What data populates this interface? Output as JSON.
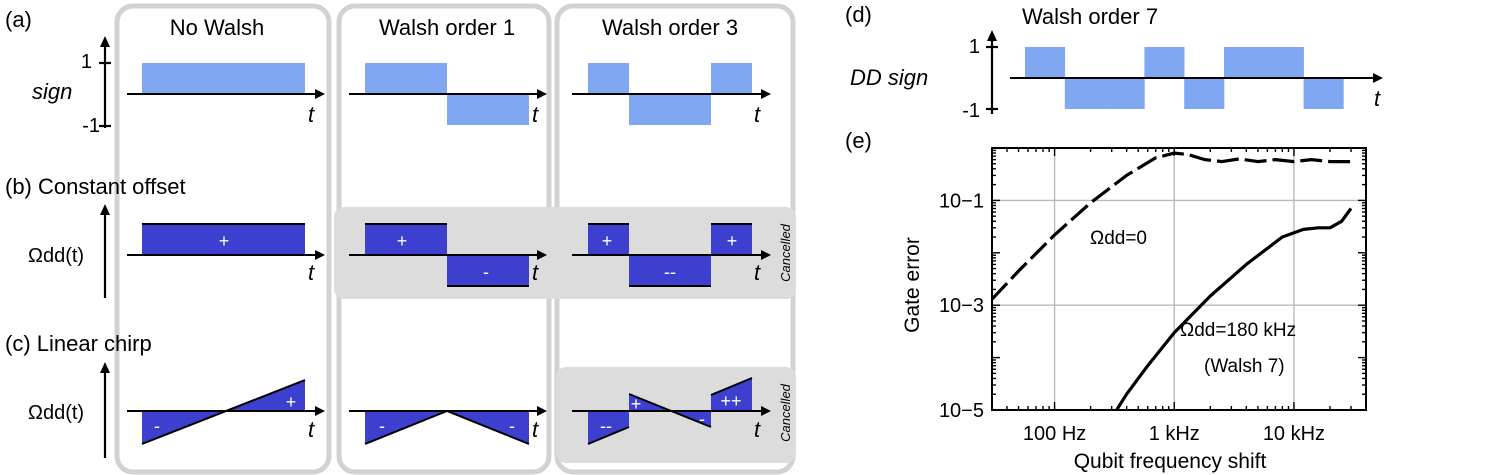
{
  "panels": {
    "a": "(a)",
    "b": "(b) Constant offset",
    "c": "(c) Linear chirp",
    "d": "(d)",
    "e": "(e)"
  },
  "columns": {
    "col1": "No Walsh",
    "col2": "Walsh order 1",
    "col3": "Walsh order 3",
    "col4": "Walsh order 7"
  },
  "axes": {
    "sign": "sign",
    "dd_sign": "DD sign",
    "tick_one": "1",
    "tick_minus_one": "-1",
    "t": "t",
    "omega_row_b": "Ωdd(t)",
    "omega_row_c": "Ωdd(t)"
  },
  "cancelled": "Cancelled",
  "pulse_signs": {
    "plus": "+",
    "minus": "-",
    "double_minus": "--",
    "double_plus": "++"
  },
  "walsh_sequences": {
    "order0": [
      1,
      1,
      1,
      1,
      1,
      1,
      1,
      1
    ],
    "order1": [
      1,
      1,
      1,
      1,
      -1,
      -1,
      -1,
      -1
    ],
    "order3": [
      1,
      1,
      -1,
      -1,
      -1,
      -1,
      1,
      1
    ],
    "order7": [
      1,
      -1,
      -1,
      1,
      -1,
      1,
      1,
      -1
    ]
  },
  "colors": {
    "light_blue": "#7fa7f2",
    "dark_blue": "#3d3fcf",
    "frame_grey": "#d2d2d2",
    "cancel_grey": "#dcdcdc"
  },
  "chart_data": {
    "type": "line",
    "xlabel": "Qubit frequency shift",
    "ylabel": "Gate error",
    "x_scale": "log",
    "y_scale": "log",
    "xlim": [
      30,
      40000
    ],
    "ylim": [
      1e-05,
      1
    ],
    "x_ticks": [
      "100 Hz",
      "1 kHz",
      "10 kHz"
    ],
    "y_ticks": [
      "10−1",
      "10−3",
      "10−5"
    ],
    "grid": true,
    "series": [
      {
        "name": "Ωdd=0",
        "style": "dashed",
        "x": [
          30,
          50,
          100,
          200,
          400,
          700,
          1000,
          1300,
          1800,
          2500,
          3500,
          5000,
          7000,
          10000,
          14000,
          20000,
          30000
        ],
        "y": [
          0.0013,
          0.0045,
          0.022,
          0.09,
          0.3,
          0.65,
          0.8,
          0.75,
          0.6,
          0.55,
          0.62,
          0.55,
          0.6,
          0.55,
          0.6,
          0.55,
          0.55
        ]
      },
      {
        "name": "Ωdd=180 kHz (Walsh 7)",
        "style": "solid",
        "x": [
          330,
          400,
          600,
          1000,
          2000,
          4000,
          8000,
          12000,
          16000,
          20000,
          25000,
          30000
        ],
        "y": [
          1e-05,
          2e-05,
          7e-05,
          0.0003,
          0.0015,
          0.006,
          0.02,
          0.028,
          0.03,
          0.03,
          0.04,
          0.07
        ]
      }
    ],
    "annotations": {
      "series0_label": "Ωdd=0",
      "series1_label_line1": "Ωdd=180 kHz",
      "series1_label_line2": "(Walsh 7)"
    }
  }
}
